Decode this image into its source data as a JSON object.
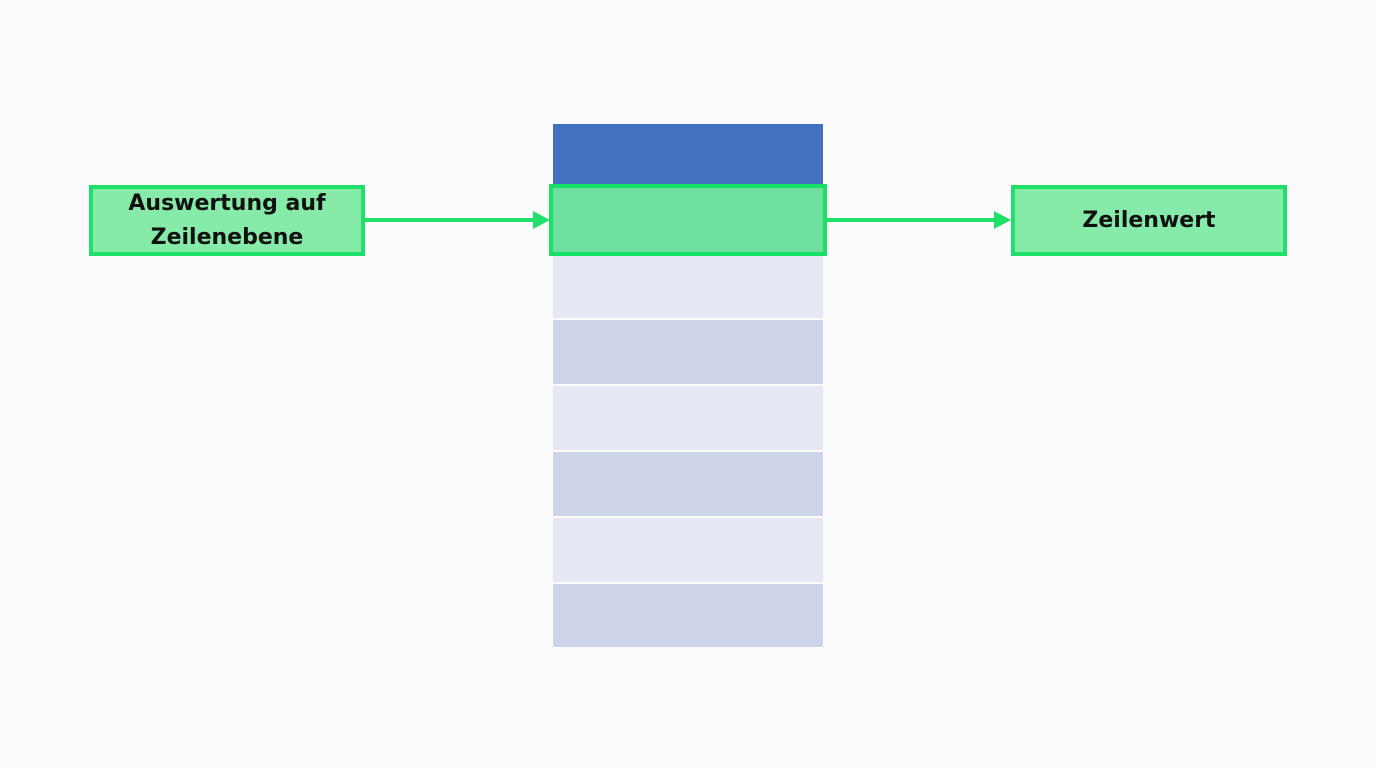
{
  "diagram": {
    "left_box": {
      "label_line1": "Auswertung auf",
      "label_line2": "Zeilenebene"
    },
    "right_box": {
      "label": "Zeilenwert"
    },
    "table": {
      "header_color": "#4471bf",
      "highlight_color": "#6fe0a0",
      "row_count": 7,
      "highlighted_row_index": 0
    },
    "colors": {
      "accent_green": "#1ee06a",
      "box_fill": "#86eba8",
      "row_light": "#e6e9f3",
      "row_dark": "#cdd4e9"
    },
    "arrows": [
      {
        "from": "left_box",
        "to": "highlighted_row"
      },
      {
        "from": "highlighted_row",
        "to": "right_box"
      }
    ]
  }
}
